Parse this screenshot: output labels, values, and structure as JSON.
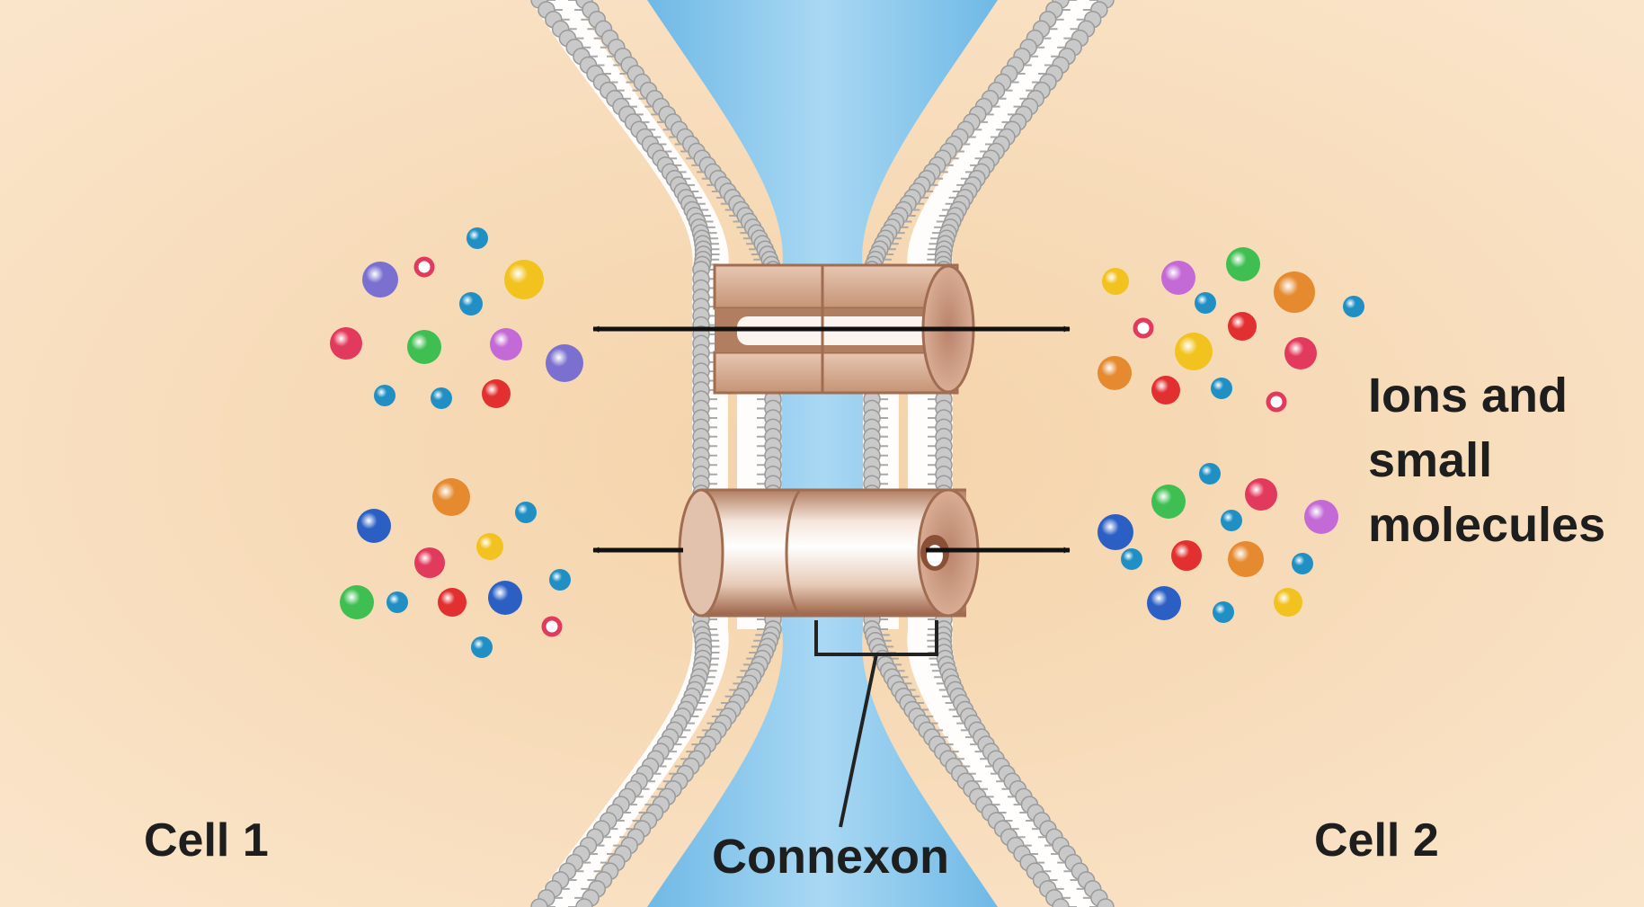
{
  "labels": {
    "cell1": "Cell 1",
    "cell2": "Cell 2",
    "connexon": "Connexon",
    "ions": [
      "Ions and",
      "small",
      "molecules"
    ]
  },
  "colors": {
    "cytoplasm": "#f6d9b4",
    "extracellular": "#8dc6e8",
    "lipid_head": "#c9c9c9",
    "lipid_tail": "#ffffff",
    "connexon": "#c99a80",
    "arrow": "#111111"
  },
  "molecule_colors": [
    "#7b6fd0",
    "#e23a5c",
    "#1f8fc4",
    "#f2c21f",
    "#3fbf52",
    "#c46ad6",
    "#e23030",
    "#e58a2f",
    "#2b5fc4"
  ]
}
